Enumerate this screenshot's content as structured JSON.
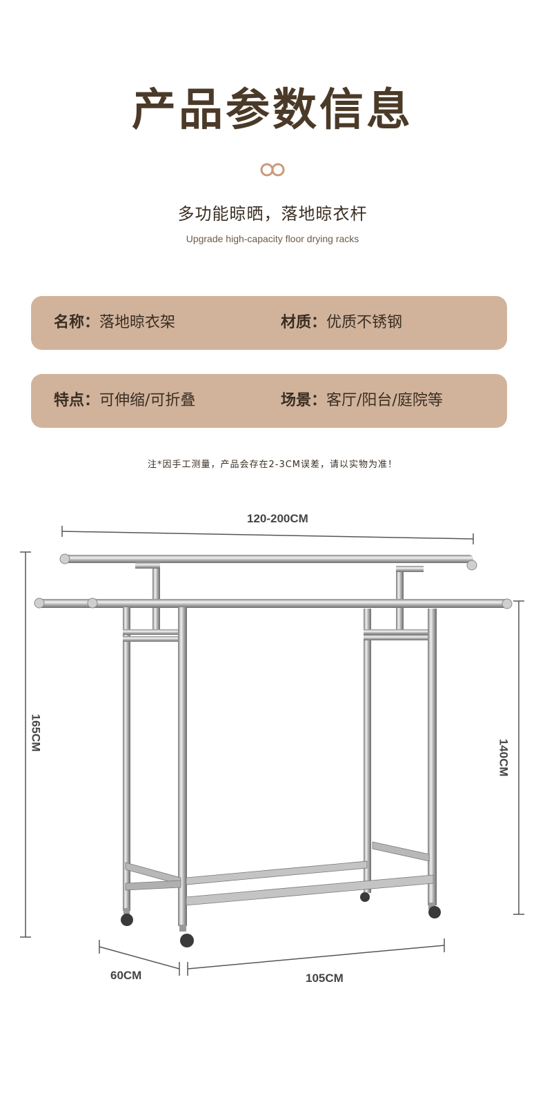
{
  "header": {
    "title": "产品参数信息",
    "subtitle_cn": "多功能晾晒，落地晾衣杆",
    "subtitle_en": "Upgrade high-capacity floor drying racks"
  },
  "specs": {
    "name_key": "名称：",
    "name_val": "落地晾衣架",
    "material_key": "材质：",
    "material_val": "优质不锈钢",
    "feature_key": "特点：",
    "feature_val": "可伸缩/可折叠",
    "scene_key": "场景：",
    "scene_val": "客厅/阳台/庭院等"
  },
  "note": "注*因手工测量，产品会存在2-3CM误差，请以实物为准！",
  "dimensions": {
    "width_top": "120-200CM",
    "height_left": "165CM",
    "height_right": "140CM",
    "depth": "60CM",
    "length": "105CM"
  },
  "colors": {
    "bar_bg": "#d1b39c",
    "title": "#4b3a28",
    "ornament": "#c99a7a"
  }
}
